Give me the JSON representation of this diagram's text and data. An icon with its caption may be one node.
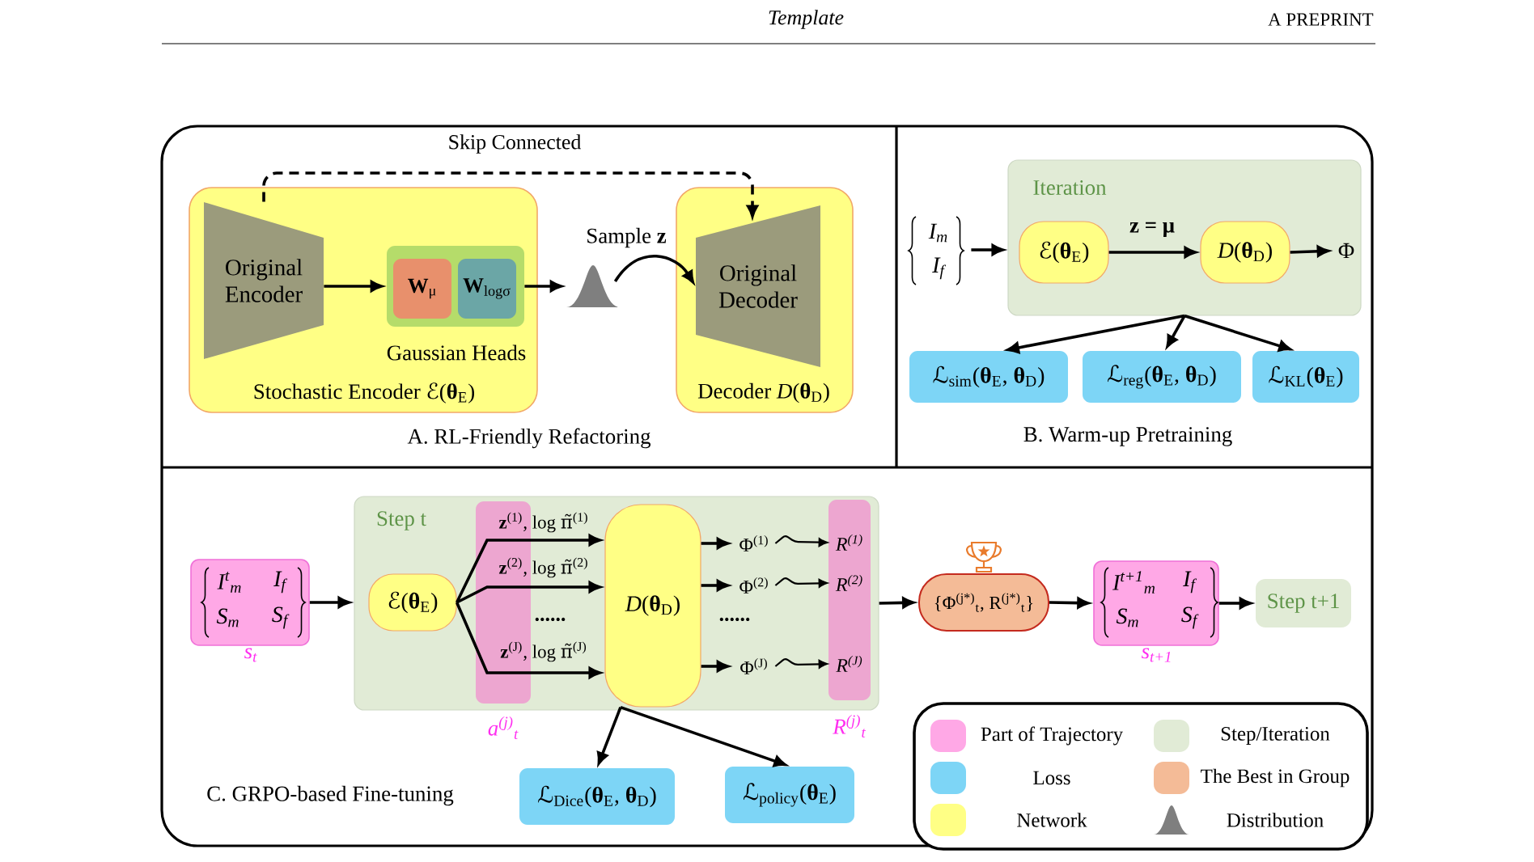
{
  "diagram": {
    "nodes": [
      {
        "text": [
          "Stochastic Encoder ℰ(**θ**$_{E}$)"
        ]
      },
      {
        "text": [
          "Original Encoder"
        ],
        "in": 0
      },
      {
        "text": [
          "Gaussian Heads"
        ],
        "in": 0
      },
      {
        "text": [
          "**W**$_{μ}$"
        ],
        "in": 2
      },
      {
        "text": [
          "**W**$_{logσ}$"
        ],
        "in": 2
      },
      {
        "text": [],
        "shape": "bell",
        "beside": [
          "Sample **z**"
        ]
      },
      {
        "text": [
          "Decoder *D*(**θ**$_{D}$)"
        ]
      },
      {
        "text": [
          "Original Decoder"
        ],
        "in": 6
      },
      {
        "text": [
          "I$_{m}$",
          "I$_{f}$"
        ]
      },
      {
        "text": [
          "Iteration"
        ]
      },
      {
        "text": [
          "ℰ(**θ**$_{E}$)"
        ],
        "in": 9
      },
      {
        "text": [
          "*D*(**θ**$_{D}$)"
        ],
        "in": 9
      },
      {
        "text": [
          "Φ"
        ],
        "in": 9
      },
      {
        "text": [
          "ℒ$_{sim}$(**θ**$_{E}$, **θ**$_{D}$)"
        ]
      },
      {
        "text": [
          "ℒ$_{reg}$(**θ**$_{E}$, **θ**$_{D}$)"
        ]
      },
      {
        "text": [
          "ℒ$_{KL}$(**θ**$_{E}$)"
        ]
      },
      {
        "text": [
          "I$^{t}$$_{m}$",
          "I$_{f}$",
          "S$_{m}$",
          "S$_{f}$"
        ],
        "beside": [
          "s$_{t}$"
        ]
      },
      {
        "text": [
          "Step t"
        ]
      },
      {
        "text": [
          "ℰ(**θ**$_{E}$)"
        ],
        "in": 17
      },
      {
        "text": [
          "*D*(**θ**$_{D}$)"
        ],
        "in": 17
      },
      {
        "text": [
          "Φ$^{(1)}$"
        ],
        "in": 17
      },
      {
        "text": [
          "Φ$^{(2)}$"
        ],
        "in": 17
      },
      {
        "text": [
          "Φ$^{(J)}$"
        ],
        "in": 17
      },
      {
        "text": [],
        "shape": "bar",
        "beside": [
          "R$^{(j)}$$_{t}$"
        ],
        "in": 17
      },
      {
        "text": [
          "R$^{(1)}$"
        ],
        "in": 23
      },
      {
        "text": [
          "R$^{(2)}$"
        ],
        "in": 23
      },
      {
        "text": [
          "R$^{(J)}$"
        ],
        "in": 23
      },
      {
        "text": [
          "{Φ$^{(j*)}$$_{t}$, R$^{(j*)}$$_{t}$}"
        ]
      },
      {
        "text": [
          "I$^{t+1}$$_{m}$",
          "I$_{f}$",
          "S$_{m}$",
          "S$_{f}$"
        ],
        "beside": [
          "s$_{t+1}$"
        ]
      },
      {
        "text": [
          "Step t+1"
        ]
      },
      {
        "text": [
          "ℒ$_{Dice}$(**θ**$_{E}$, **θ**$_{D}$)"
        ]
      },
      {
        "text": [
          "ℒ$_{policy}$(**θ**$_{E}$)"
        ]
      }
    ],
    "edges": [
      {
        "from": 1,
        "to": 2,
        "arrow": "to"
      },
      {
        "from": 2,
        "to": 5,
        "arrow": "to"
      },
      {
        "from": 5,
        "to": 7,
        "arrow": "to"
      },
      {
        "from": 1,
        "to": 7,
        "arrow": "to",
        "label": "Skip Connected",
        "style": "dashed"
      },
      {
        "from": 8,
        "to": 9,
        "arrow": "to"
      },
      {
        "from": 10,
        "to": 11,
        "arrow": "to",
        "label": "z = μ"
      },
      {
        "from": 11,
        "to": 12,
        "arrow": "to"
      },
      {
        "from": 9,
        "to": 13,
        "arrow": "to"
      },
      {
        "from": 9,
        "to": 14,
        "arrow": "to"
      },
      {
        "from": 9,
        "to": 15,
        "arrow": "to"
      },
      {
        "from": 16,
        "to": 17,
        "arrow": "to"
      },
      {
        "from": 18,
        "to": 19,
        "arrow": "to",
        "label": "**z**$^{(1)}$, log π̃$^{(1)}$"
      },
      {
        "from": 18,
        "to": 19,
        "arrow": "to",
        "label": "**z**$^{(2)}$, log π̃$^{(2)}$"
      },
      {
        "from": 18,
        "to": 19,
        "arrow": "to",
        "label": "**z**$^{(J)}$, log π̃$^{(J)}$"
      },
      {
        "from": 19,
        "to": 20,
        "arrow": "to"
      },
      {
        "from": 19,
        "to": 21,
        "arrow": "to"
      },
      {
        "from": 19,
        "to": 22,
        "arrow": "to"
      },
      {
        "from": 20,
        "to": 24,
        "arrow": "to"
      },
      {
        "from": 21,
        "to": 25,
        "arrow": "to"
      },
      {
        "from": 22,
        "to": 26,
        "arrow": "to"
      },
      {
        "from": 17,
        "to": 27,
        "arrow": "to"
      },
      {
        "from": 27,
        "to": 28,
        "arrow": "to"
      },
      {
        "from": 28,
        "to": 29,
        "arrow": "to"
      },
      {
        "from": 19,
        "to": 30,
        "arrow": "to"
      },
      {
        "from": 19,
        "to": 31,
        "arrow": "to"
      }
    ],
    "labels": [
      "Template",
      "A PREPRINT",
      "A. RL-Friendly Refactoring",
      "B. Warm-up Pretraining",
      "......",
      "......",
      "a$^{(j)}$$_{t}$",
      "C. GRPO-based Fine-tuning"
    ],
    "legend": [
      {
        "text": "Part of Trajectory",
        "color": "#ffa8e6"
      },
      {
        "text": "Step/Iteration",
        "color": "#e1ebd6"
      },
      {
        "text": "Loss",
        "color": "#7dd5f6"
      },
      {
        "text": "The Best in Group",
        "color": "#f4bb97"
      },
      {
        "text": "Network",
        "color": "#ffff85"
      },
      {
        "text": "Distribution"
      }
    ]
  }
}
